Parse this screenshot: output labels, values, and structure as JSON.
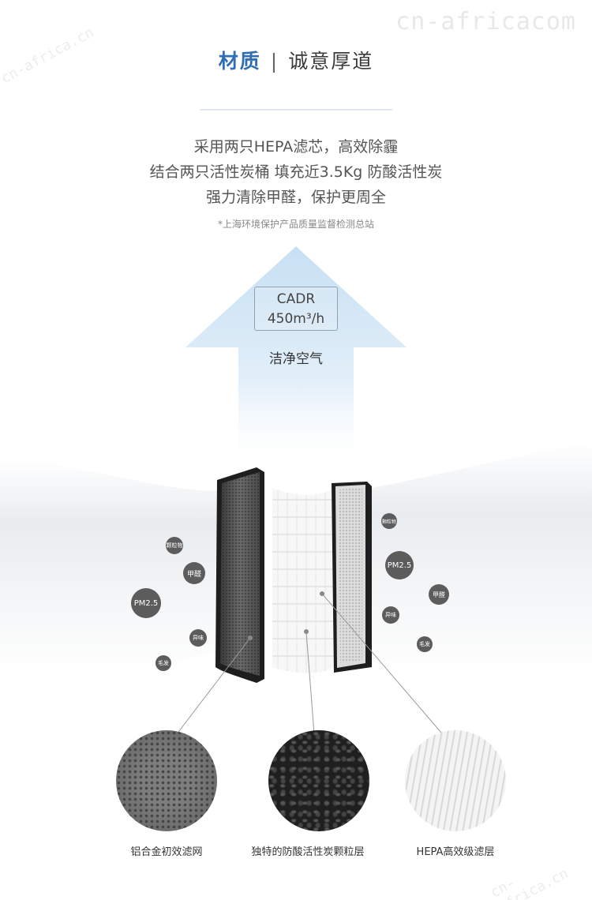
{
  "watermark": "cn-africacom",
  "watermark_small": "cn-africa.cn",
  "title": {
    "left": "材质",
    "separator": "|",
    "right": "诚意厚道"
  },
  "description": [
    "采用两只HEPA滤芯，高效除霾",
    "结合两只活性炭桶 填充近3.5Kg 防酸活性炭",
    "强力清除甲醛，保护更周全"
  ],
  "note": "*上海环境保护产品质量监督检测总站",
  "cadr": {
    "line1": "CADR",
    "line2": "450m³/h"
  },
  "clean_air_label": "洁净空气",
  "particles": [
    "颗粒物",
    "甲醛",
    "PM2.5",
    "异味",
    "毛发",
    "颗粒物",
    "PM2.5",
    "甲醛",
    "异味",
    "毛发"
  ],
  "layers": [
    {
      "label": "铝合金初效滤网",
      "icon": "metal-mesh-icon"
    },
    {
      "label": "独特的防酸活性炭颗粒层",
      "icon": "activated-carbon-icon"
    },
    {
      "label": "HEPA高效级滤层",
      "icon": "hepa-pleat-icon"
    }
  ],
  "colors": {
    "title_accent": "#2f6eb5",
    "arrow": "#cde4f4"
  }
}
